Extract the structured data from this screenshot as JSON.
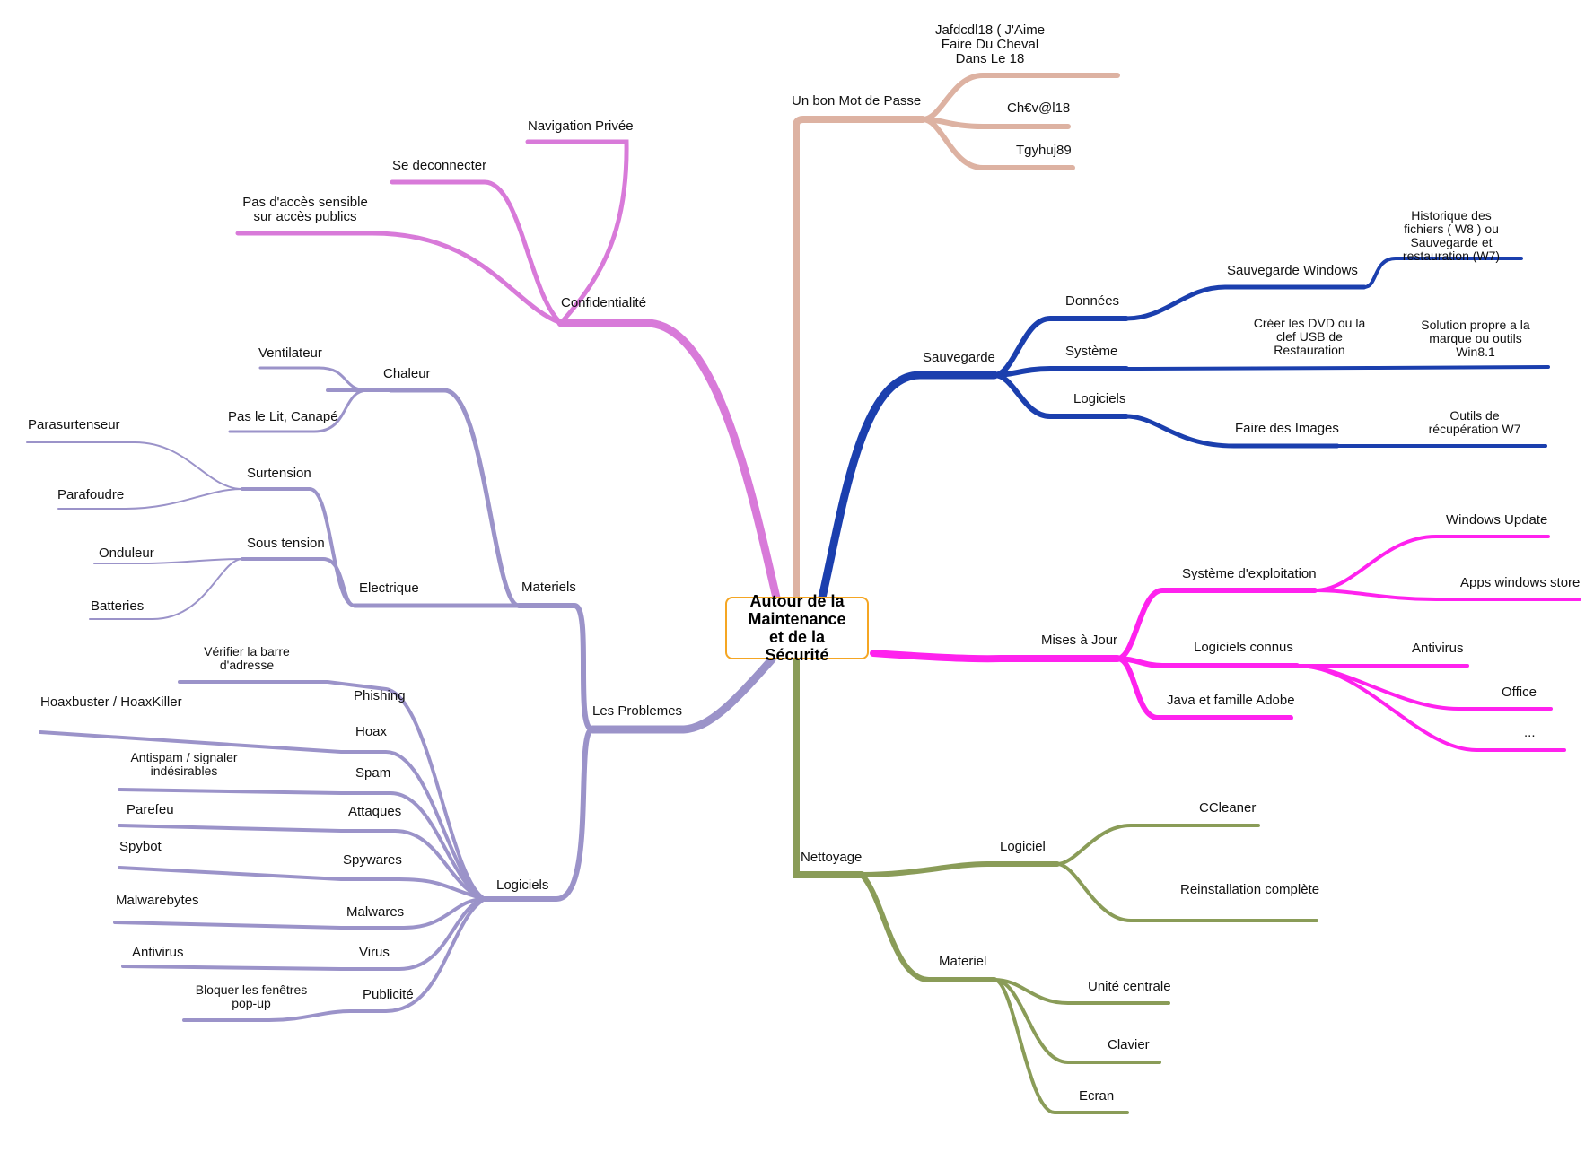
{
  "center": {
    "title": "Autour  de  la\nMaintenance\net  de  la\nSécurité",
    "border_color": "#f5a623"
  },
  "colors": {
    "password": "#ddb2a2",
    "sauvegarde": "#1b3fae",
    "maj": "#ff22ee",
    "nettoyage": "#8a9c58",
    "problemes": "#9b93c9",
    "confidentialite": "#d87ad9"
  },
  "password": {
    "label": "Un bon Mot de Passe",
    "ex1": "Jafdcdl18  (  J'Aime\nFaire  Du  Cheval\nDans  Le  18",
    "ex2": "Ch€v@l18",
    "ex3": "Tgyhuj89"
  },
  "sauvegarde": {
    "label": "Sauvegarde",
    "donnees": "Données",
    "sauvegarde_windows": "Sauvegarde Windows",
    "historique": "Historique  des\nfichiers  (  W8  )  ou\nSauvegarde  et\nrestauration  (W7)",
    "systeme": "Système",
    "creer_dvd": "Créer  les  DVD  ou  la\nclef  USB  de\nRestauration",
    "solution_propre": "Solution  propre  a  la\nmarque  ou  outils\nWin8.1",
    "logiciels": "Logiciels",
    "faire_images": "Faire des Images",
    "outils_recup": "Outils  de\nrécupération  W7"
  },
  "maj": {
    "label": "Mises à Jour",
    "systeme_exploitation": "Système d'exploitation",
    "windows_update": "Windows Update",
    "apps_store": "Apps windows store",
    "logiciels_connus": "Logiciels connus",
    "antivirus": "Antivirus",
    "office": "Office",
    "etc": "...",
    "java": "Java et famille Adobe"
  },
  "nettoyage": {
    "label": "Nettoyage",
    "logiciel": "Logiciel",
    "ccleaner": "CCleaner",
    "reinstallation": "Reinstallation complète",
    "materiel": "Materiel",
    "unite_centrale": "Unité centrale",
    "clavier": "Clavier",
    "ecran": "Ecran"
  },
  "problemes": {
    "label": "Les Problemes",
    "materiels": "Materiels",
    "chaleur": "Chaleur",
    "ventilateur": "Ventilateur",
    "pas_le_lit": "Pas le Lit, Canapé",
    "electrique": "Electrique",
    "surtension": "Surtension",
    "parasurtenseur": "Parasurtenseur",
    "parafoudre": "Parafoudre",
    "sous_tension": "Sous tension",
    "onduleur": "Onduleur",
    "batteries": "Batteries",
    "logiciels": "Logiciels",
    "phishing": "Phishing",
    "verifier_barre": "Vérifier  la  barre\nd'adresse",
    "hoax": "Hoax",
    "hoaxbuster": "Hoaxbuster / HoaxKiller",
    "spam": "Spam",
    "antispam": "Antispam  /  signaler\nindésirables",
    "attaques": "Attaques",
    "parefeu": "Parefeu",
    "spywares": "Spywares",
    "spybot": "Spybot",
    "malwares": "Malwares",
    "malwarebytes": "Malwarebytes",
    "virus": "Virus",
    "antivirus": "Antivirus",
    "publicite": "Publicité",
    "bloquer_popup": "Bloquer  les  fenêtres\npop-up"
  },
  "confidentialite": {
    "label": "Confidentialité",
    "navigation_privee": "Navigation Privée",
    "se_deconnecter": "Se deconnecter",
    "pas_acces": "Pas  d'accès  sensible\nsur  accès  publics"
  }
}
